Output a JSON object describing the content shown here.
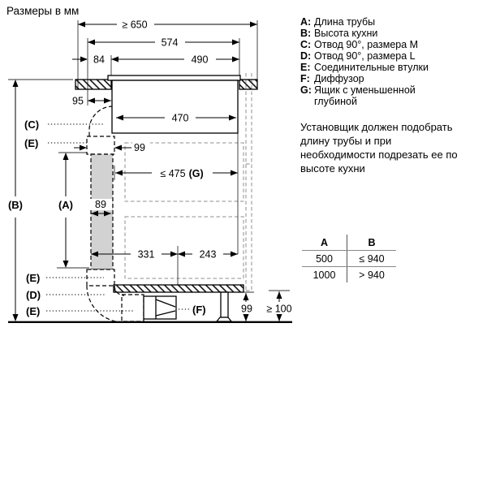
{
  "title": "Размеры в мм",
  "legend": {
    "items": [
      {
        "key": "A:",
        "text": "Длина трубы"
      },
      {
        "key": "B:",
        "text": "Высота кухни"
      },
      {
        "key": "C:",
        "text": "Отвод 90°, размера M"
      },
      {
        "key": "D:",
        "text": "Отвод 90°, размера L"
      },
      {
        "key": "E:",
        "text": "Соединительные втулки"
      },
      {
        "key": "F:",
        "text": "Диффузор"
      },
      {
        "key": "G:",
        "text": "Ящик с уменьшенной глубиной"
      }
    ]
  },
  "note": {
    "lines": [
      "Установщик должен подобрать",
      "длину трубы и при",
      "необходимости подрезать ее по",
      "высоте кухни"
    ]
  },
  "table": {
    "headers": [
      "A",
      "B"
    ],
    "rows": [
      [
        "500",
        "≤ 940"
      ],
      [
        "1000",
        "> 940"
      ]
    ]
  },
  "diagram": {
    "dims": {
      "niche_min_width": "≥ 650",
      "appliance_width": "574",
      "side_offset": "84",
      "cutout_width": "490",
      "duct_top_offset": "95",
      "hob_inner_width": "470",
      "sleeve_width": "99",
      "drawer_max_depth": "≤ 475",
      "pipe_width": "89",
      "left_span": "331",
      "right_span": "243",
      "plinth_height": "99",
      "floor_min_clearance": "≥ 100"
    },
    "labels": {
      "a": "(A)",
      "b": "(B)",
      "c": "(C)",
      "d": "(D)",
      "e": "(E)",
      "f": "(F)",
      "g": "(G)"
    }
  }
}
